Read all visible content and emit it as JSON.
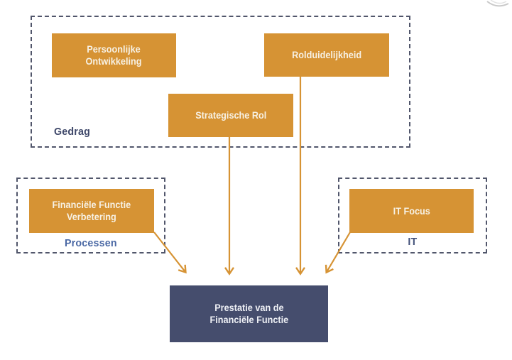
{
  "diagram_title": "",
  "groups": {
    "gedrag": {
      "label": "Gedrag"
    },
    "processen": {
      "label": "Processen"
    },
    "it": {
      "label": "IT"
    }
  },
  "nodes": {
    "persoonlijke_ontwikkeling": {
      "line1": "Persoonlijke",
      "line2": "Ontwikkeling"
    },
    "rolduidelijkheid": {
      "label": "Rolduidelijkheid"
    },
    "strategische_rol": {
      "label": "Strategische Rol"
    },
    "financiele_functie_verbetering": {
      "line1": "Financiële Functie",
      "line2": "Verbetering"
    },
    "it_focus": {
      "label": "IT Focus"
    },
    "prestatie": {
      "line1": "Prestatie van de",
      "line2": "Financiële Functie"
    }
  },
  "colors": {
    "orange": "#d69334",
    "navy_box": "#454d6d",
    "dashed_border": "#51566b",
    "label_gedrag": "#3e4769",
    "label_processen": "#4a68a4",
    "label_it": "#44527b",
    "node_text": "#f7f1e4",
    "dark_node_text": "#eef0f5",
    "arrow": "#d69334"
  },
  "relationships": [
    {
      "from": "Persoonlijke Ontwikkeling",
      "group": "Gedrag"
    },
    {
      "from": "Rolduidelijkheid",
      "group": "Gedrag",
      "to": "Prestatie van de Financiële Functie"
    },
    {
      "from": "Strategische Rol",
      "group": "Gedrag",
      "to": "Prestatie van de Financiële Functie"
    },
    {
      "from": "Financiële Functie Verbetering",
      "group": "Processen",
      "to": "Prestatie van de Financiële Functie"
    },
    {
      "from": "IT Focus",
      "group": "IT",
      "to": "Prestatie van de Financiële Functie"
    }
  ]
}
